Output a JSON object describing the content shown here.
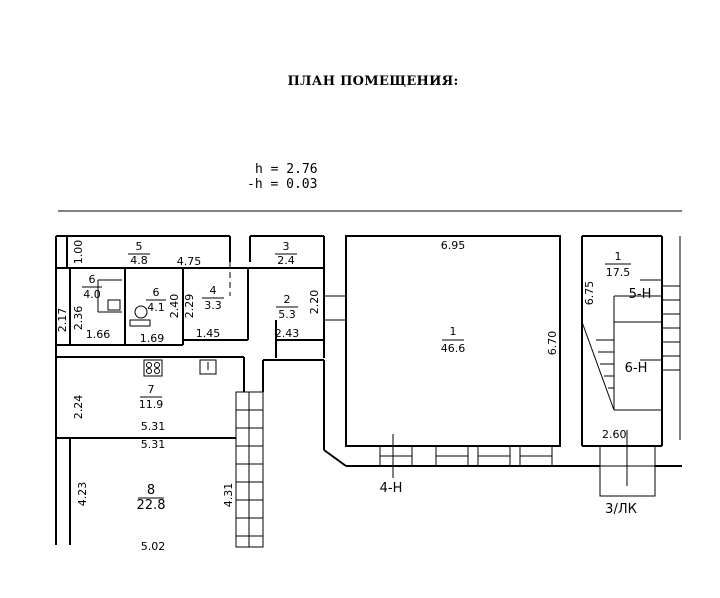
{
  "title": "ПЛАН ПОМЕЩЕНИЯ:",
  "header": {
    "h": "h = 2.76",
    "neg_h": "-h = 0.03"
  },
  "rooms": [
    {
      "num": "1",
      "area": "46.6"
    },
    {
      "num": "1",
      "area": "17.5"
    },
    {
      "num": "2",
      "area": "5.3"
    },
    {
      "num": "3",
      "area": "2.4"
    },
    {
      "num": "4",
      "area": "3.3"
    },
    {
      "num": "5",
      "area": "4.8"
    },
    {
      "num": "6",
      "area": "4.0"
    },
    {
      "num": "6",
      "area": "4.1"
    },
    {
      "num": "7",
      "area": "11.9"
    },
    {
      "num": "8",
      "area": "22.8"
    }
  ],
  "dimensions": {
    "d695": "6.95",
    "d670": "6.70",
    "d675": "6.75",
    "d260": "2.60",
    "d100": "1.00",
    "d475": "4.75",
    "d217": "2.17",
    "d236": "2.36",
    "d166": "1.66",
    "d169": "1.69",
    "d240": "2.40",
    "d229": "2.29",
    "d145": "1.45",
    "d220": "2.20",
    "d243": "2.43",
    "d224": "2.24",
    "d531a": "5.31",
    "d531b": "5.31",
    "d423": "4.23",
    "d431": "4.31",
    "d502": "5.02"
  },
  "marks": {
    "m4n": "4-Н",
    "m5n": "5-Н",
    "m6n": "6-Н",
    "m3lk": "3/ЛК"
  }
}
